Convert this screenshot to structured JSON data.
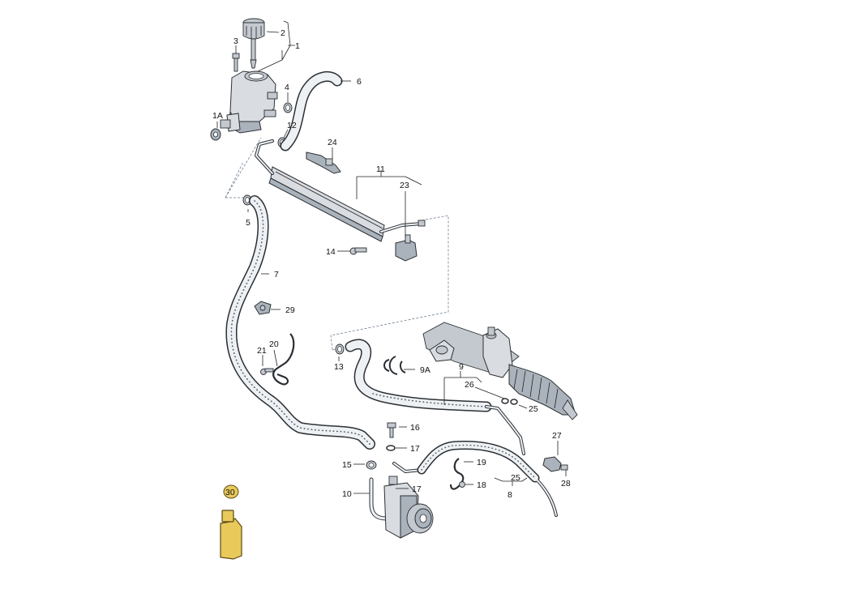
{
  "diagram": {
    "bottle_highlight": "#e8c95a",
    "callouts": [
      {
        "id": "c1",
        "text": "1"
      },
      {
        "id": "c2",
        "text": "2"
      },
      {
        "id": "c3",
        "text": "3"
      },
      {
        "id": "c1a",
        "text": "1A"
      },
      {
        "id": "c4",
        "text": "4"
      },
      {
        "id": "c6",
        "text": "6"
      },
      {
        "id": "c12",
        "text": "12"
      },
      {
        "id": "c24",
        "text": "24"
      },
      {
        "id": "c11",
        "text": "11"
      },
      {
        "id": "c23",
        "text": "23"
      },
      {
        "id": "c5",
        "text": "5"
      },
      {
        "id": "c14",
        "text": "14"
      },
      {
        "id": "c7",
        "text": "7"
      },
      {
        "id": "c29",
        "text": "29"
      },
      {
        "id": "c20",
        "text": "20"
      },
      {
        "id": "c21",
        "text": "21"
      },
      {
        "id": "c13",
        "text": "13"
      },
      {
        "id": "c9a",
        "text": "9A"
      },
      {
        "id": "c9",
        "text": "9"
      },
      {
        "id": "c26",
        "text": "26"
      },
      {
        "id": "c25a",
        "text": "25"
      },
      {
        "id": "c16",
        "text": "16"
      },
      {
        "id": "c17a",
        "text": "17"
      },
      {
        "id": "c15",
        "text": "15"
      },
      {
        "id": "c17b",
        "text": "17"
      },
      {
        "id": "c10",
        "text": "10"
      },
      {
        "id": "c19",
        "text": "19"
      },
      {
        "id": "c18",
        "text": "18"
      },
      {
        "id": "c25b",
        "text": "25"
      },
      {
        "id": "c8",
        "text": "8"
      },
      {
        "id": "c27",
        "text": "27"
      },
      {
        "id": "c28",
        "text": "28"
      },
      {
        "id": "c30",
        "text": "30"
      }
    ]
  }
}
